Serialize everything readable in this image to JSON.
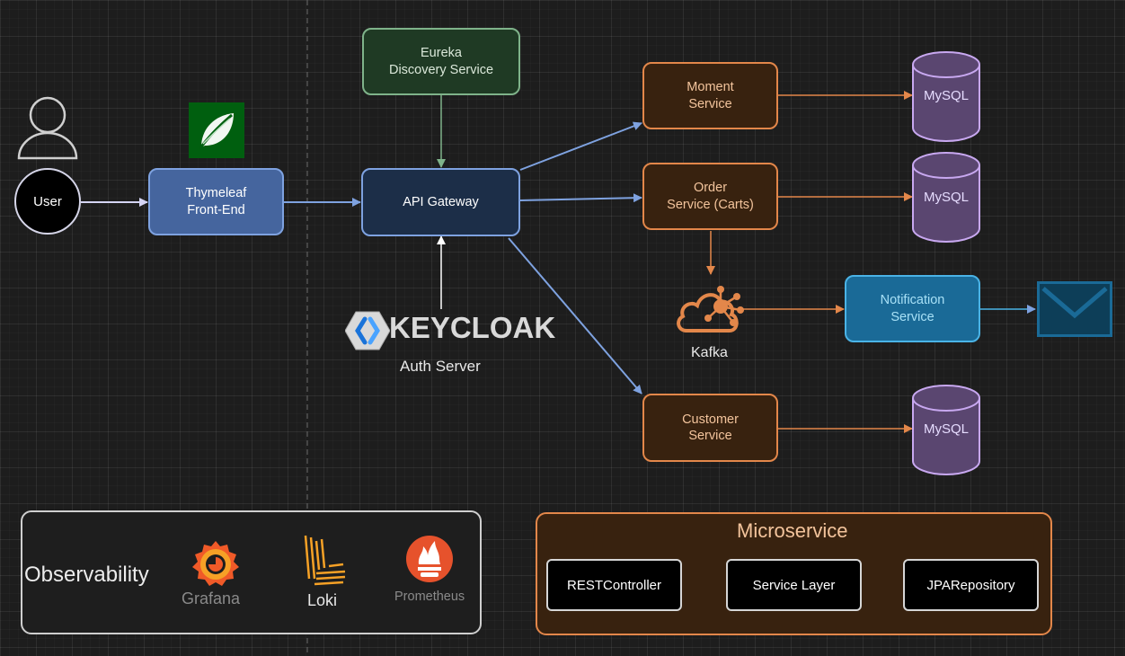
{
  "user": {
    "label": "User"
  },
  "nodes": {
    "eureka": "Eureka\nDiscovery Service",
    "thymeleaf": "Thymeleaf\nFront-End",
    "gateway": "API Gateway",
    "moment": "Moment\nService",
    "order": "Order\nService (Carts)",
    "customer": "Customer\nService",
    "notification": "Notification\nService"
  },
  "databases": {
    "moment_db": "MySQL",
    "order_db": "MySQL",
    "customer_db": "MySQL"
  },
  "keycloak": {
    "logo_text": "KEYCLOAK",
    "caption": "Auth Server"
  },
  "kafka": {
    "label": "Kafka"
  },
  "observability": {
    "title": "Observability",
    "tools": {
      "grafana": "Grafana",
      "loki": "Loki",
      "prometheus": "Prometheus"
    }
  },
  "microservice": {
    "title": "Microservice",
    "layers": {
      "controller": "RESTController",
      "service": "Service Layer",
      "repository": "JPARepository"
    }
  },
  "icons": {
    "user": "user-avatar-icon",
    "thymeleaf": "thymeleaf-leaf-icon",
    "keycloak": "keycloak-logo-icon",
    "kafka": "kafka-cloud-icon",
    "mail": "envelope-icon",
    "grafana": "grafana-logo-icon",
    "loki": "loki-logo-icon",
    "prometheus": "prometheus-logo-icon"
  },
  "colors": {
    "background": "#1d1d1d",
    "blue_edge": "#7ea2e0",
    "orange_edge": "#e3874a",
    "green_edge": "#7fb38a",
    "database": "#5a4670",
    "database_stroke": "#c8a8f0",
    "notification": "#1a6a97",
    "grafana": "#f05a28",
    "prometheus": "#e6522c"
  }
}
